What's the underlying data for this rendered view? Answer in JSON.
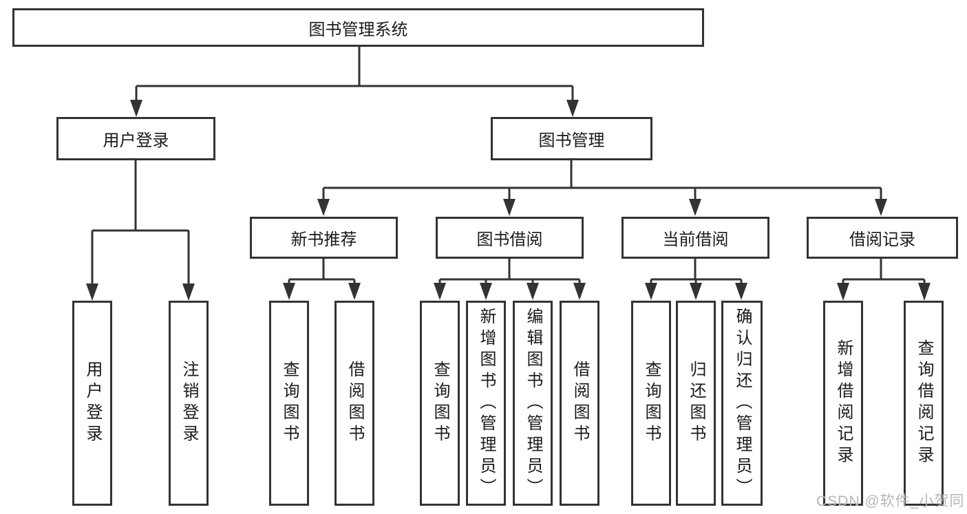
{
  "diagram": {
    "root": {
      "label": "图书管理系统"
    },
    "login": {
      "label": "用户登录",
      "children": [
        {
          "label": "用户登录"
        },
        {
          "label": "注销登录"
        }
      ]
    },
    "management": {
      "label": "图书管理",
      "sections": [
        {
          "label": "新书推荐",
          "children": [
            {
              "label": "查询图书"
            },
            {
              "label": "借阅图书"
            }
          ]
        },
        {
          "label": "图书借阅",
          "children": [
            {
              "label": "查询图书"
            },
            {
              "label": "新增图书（管理员）"
            },
            {
              "label": "编辑图书（管理员）"
            },
            {
              "label": "借阅图书"
            }
          ]
        },
        {
          "label": "当前借阅",
          "children": [
            {
              "label": "查询图书"
            },
            {
              "label": "归还图书"
            },
            {
              "label": "确认归还（管理员）"
            }
          ]
        },
        {
          "label": "借阅记录",
          "children": [
            {
              "label": "新增借阅记录"
            },
            {
              "label": "查询借阅记录"
            }
          ]
        }
      ]
    }
  },
  "watermark": "CSDN @软件_小贺同学",
  "colors": {
    "line": "#333333",
    "text": "#1a1a1a",
    "watermark": "#b6b6b6",
    "background": "#ffffff"
  }
}
